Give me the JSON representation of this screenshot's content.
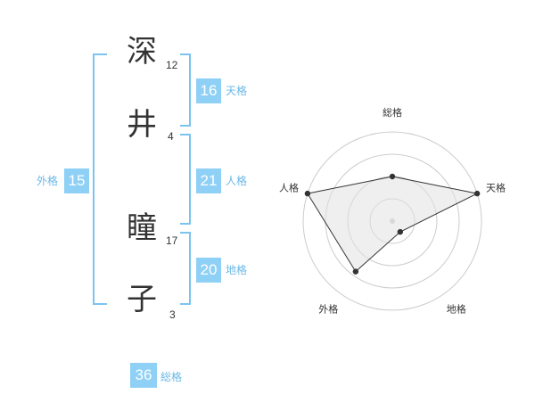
{
  "name": {
    "chars": [
      {
        "char": "深",
        "strokes": "12"
      },
      {
        "char": "井",
        "strokes": "4"
      },
      {
        "char": "瞳",
        "strokes": "17"
      },
      {
        "char": "子",
        "strokes": "3"
      }
    ]
  },
  "fortune": {
    "tenkaku": {
      "value": "16",
      "label": "天格"
    },
    "jinkaku": {
      "value": "21",
      "label": "人格"
    },
    "chikaku": {
      "value": "20",
      "label": "地格"
    },
    "gaikaku": {
      "value": "15",
      "label": "外格"
    },
    "soukaku": {
      "value": "36",
      "label": "総格"
    }
  },
  "colors": {
    "accent": "#8fd0f6",
    "bracket": "#7cc4ef",
    "label": "#6ab8e6"
  },
  "chart_data": {
    "type": "radar",
    "axes": [
      "総格",
      "天格",
      "地格",
      "外格",
      "人格"
    ],
    "values": [
      0.5,
      1.0,
      0.15,
      0.7,
      1.0
    ],
    "rings": 4,
    "range": [
      0,
      1
    ]
  }
}
